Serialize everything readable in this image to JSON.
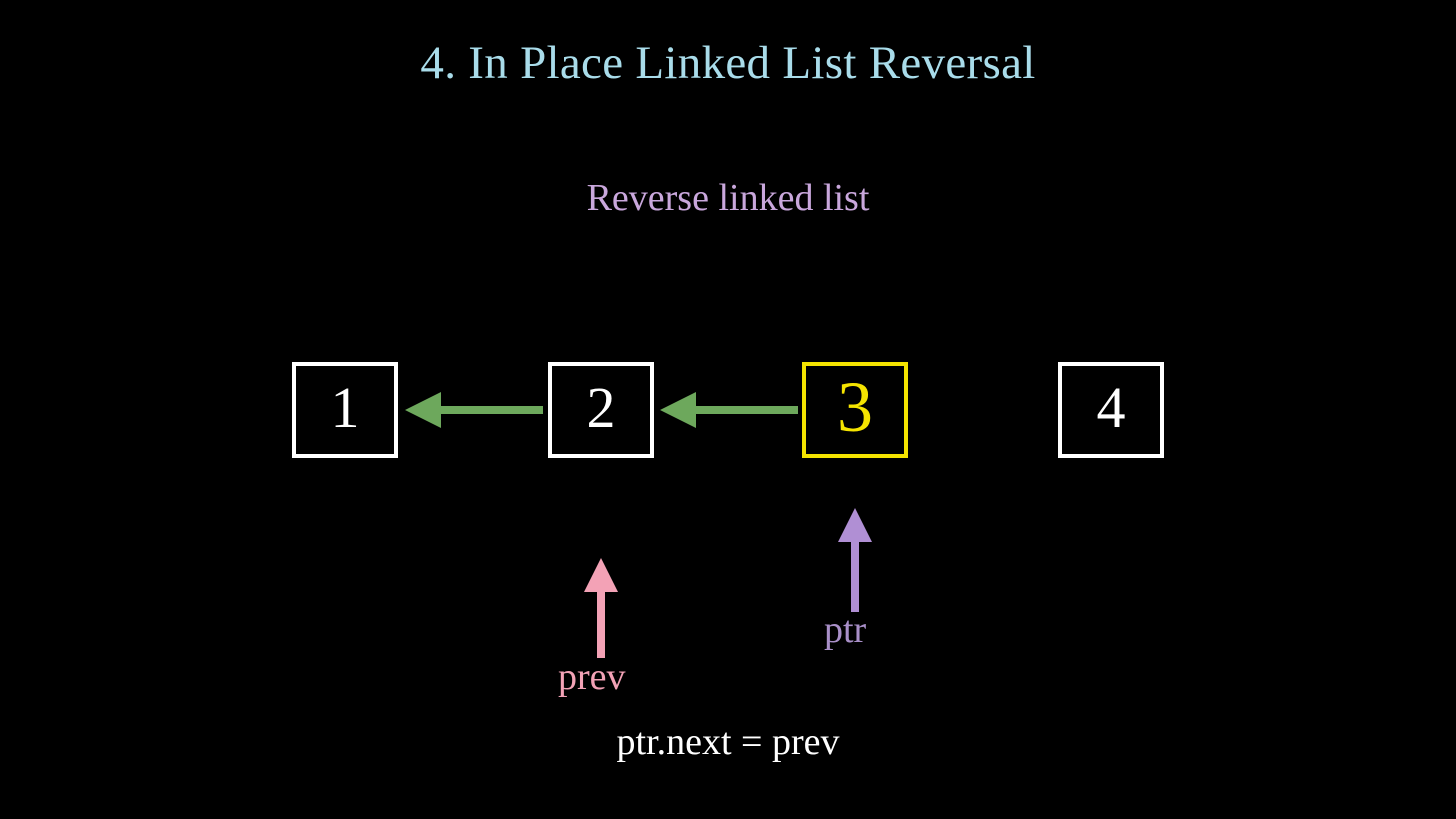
{
  "slide": {
    "title": "4. In Place Linked List Reversal",
    "subtitle": "Reverse linked list",
    "caption": "ptr.next = prev",
    "background_color": "#000000",
    "title_color": "#a9dcea",
    "subtitle_color": "#c9a7dc",
    "caption_color": "#ffffff"
  },
  "diagram": {
    "type": "linked-list",
    "link_arrow_color": "#6da85c",
    "link_direction": "right-to-left",
    "nodes": [
      {
        "value": "1",
        "border_color": "#ffffff",
        "text_color": "#ffffff",
        "highlighted": false
      },
      {
        "value": "2",
        "border_color": "#ffffff",
        "text_color": "#ffffff",
        "highlighted": false
      },
      {
        "value": "3",
        "border_color": "#f5e400",
        "text_color": "#f5e400",
        "highlighted": true
      },
      {
        "value": "4",
        "border_color": "#ffffff",
        "text_color": "#ffffff",
        "highlighted": false
      }
    ],
    "links": [
      {
        "from": "2",
        "to": "1",
        "color": "#6da85c"
      },
      {
        "from": "3",
        "to": "2",
        "color": "#6da85c"
      }
    ],
    "pointers": [
      {
        "label": "prev",
        "color": "#f3a2b6",
        "points_to": "2",
        "direction": "up"
      },
      {
        "label": "ptr",
        "color": "#b08fd4",
        "label_color": "#a98fc8",
        "points_to": "3",
        "direction": "up"
      }
    ]
  }
}
